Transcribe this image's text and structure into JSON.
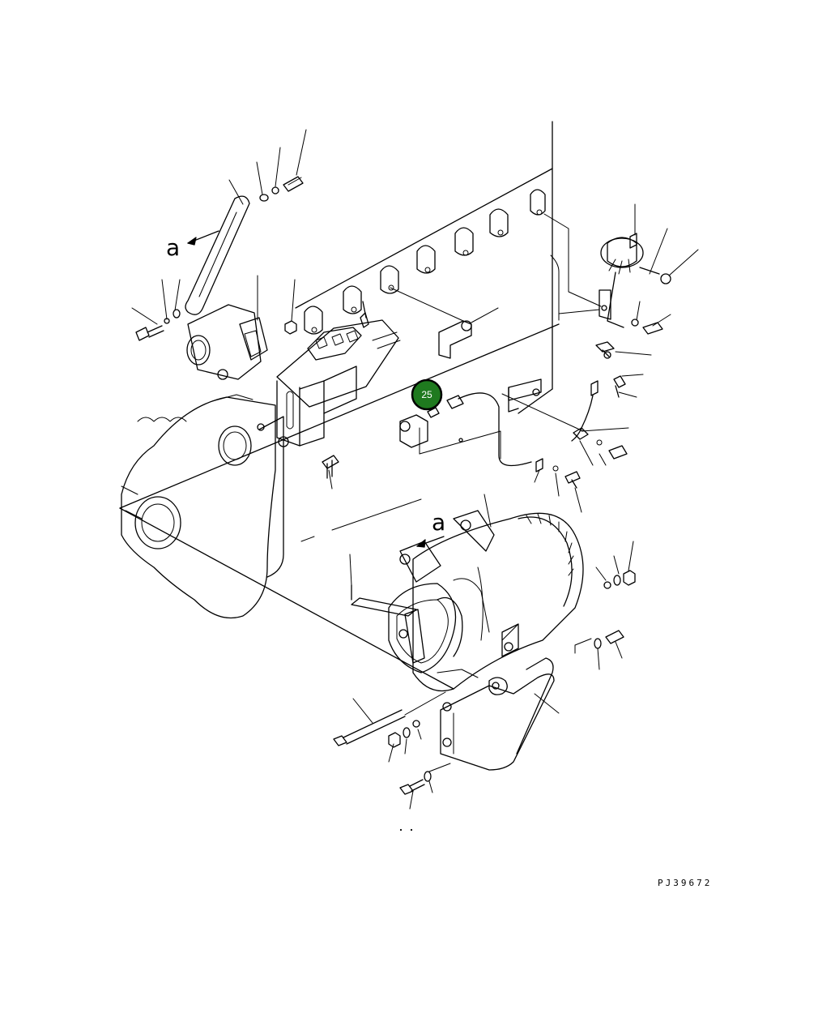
{
  "drawing": {
    "code": "PJ39672",
    "view_marks": [
      "a",
      "a"
    ],
    "callout": {
      "label": "25",
      "color": "#1f7a1f",
      "border": "#000000"
    }
  }
}
